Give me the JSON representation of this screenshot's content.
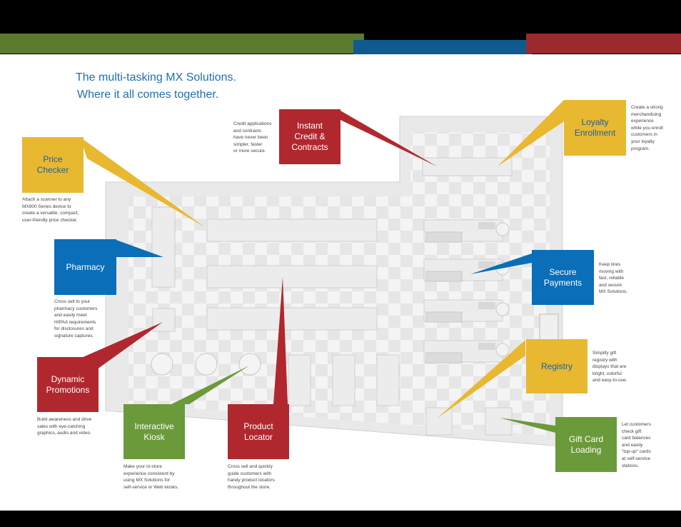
{
  "headline": {
    "line1": "The multi-tasking MX Solutions.",
    "line2": "Where it all comes together."
  },
  "colors": {
    "green": "#5a7a2e",
    "blue": "#0f5a8e",
    "red": "#9a2a2e",
    "yellow": "#e8b830",
    "callout_green": "#6b9a3a",
    "callout_blue": "#0a6eb8",
    "callout_red": "#b0282e",
    "headline": "#1f6fb4"
  },
  "callouts": [
    {
      "id": "price-checker",
      "label": "Price\nChecker",
      "color": "yellow",
      "description": "Attach a scanner to any\nMX800 Series device to\ncreate a versatile, compact,\nuser-friendly price checker."
    },
    {
      "id": "pharmacy",
      "label": "Pharmacy",
      "color": "blue",
      "description": "Cross sell to your\npharmacy customers\nand easily meet\nHIPAA requirements\nfor disclosures and\nsignature captures."
    },
    {
      "id": "dynamic-promotions",
      "label": "Dynamic\nPromotions",
      "color": "red",
      "description": "Build awareness and drive\nsales with eye-catching\ngraphics, audio and video."
    },
    {
      "id": "interactive-kiosk",
      "label": "Interactive\nKiosk",
      "color": "green",
      "description": "Make your in-store\nexperience consistent by\nusing MX Solutions for\nself-service or Web kiosks."
    },
    {
      "id": "product-locator",
      "label": "Product\nLocator",
      "color": "red",
      "description": "Cross sell and quickly\nguide customers with\nhandy product locators\nthroughout the store."
    },
    {
      "id": "instant-credit",
      "label": "Instant\nCredit &\nContracts",
      "color": "red",
      "description": "Credit applications\nand contracts\nhave never been\nsimpler, faster\nor more secure."
    },
    {
      "id": "loyalty-enrollment",
      "label": "Loyalty\nEnrollment",
      "color": "yellow",
      "description": "Create a strong\nmerchandising\nexperience\nwhile you enroll\ncustomers in\nyour loyalty\nprogram."
    },
    {
      "id": "secure-payments",
      "label": "Secure\nPayments",
      "color": "blue",
      "description": "Keep lines\nmoving with\nfast, reliable\nand secure\nMX Solutions."
    },
    {
      "id": "registry",
      "label": "Registry",
      "color": "yellow",
      "description": "Simplify gift\nregistry with\ndisplays that are\nbright, colorful\nand easy-to-use."
    },
    {
      "id": "gift-card-loading",
      "label": "Gift Card\nLoading",
      "color": "green",
      "description": "Let customers\ncheck gift\ncard balances\nand easily\n\"top-up\" cards\nat self-service\nstations."
    }
  ]
}
